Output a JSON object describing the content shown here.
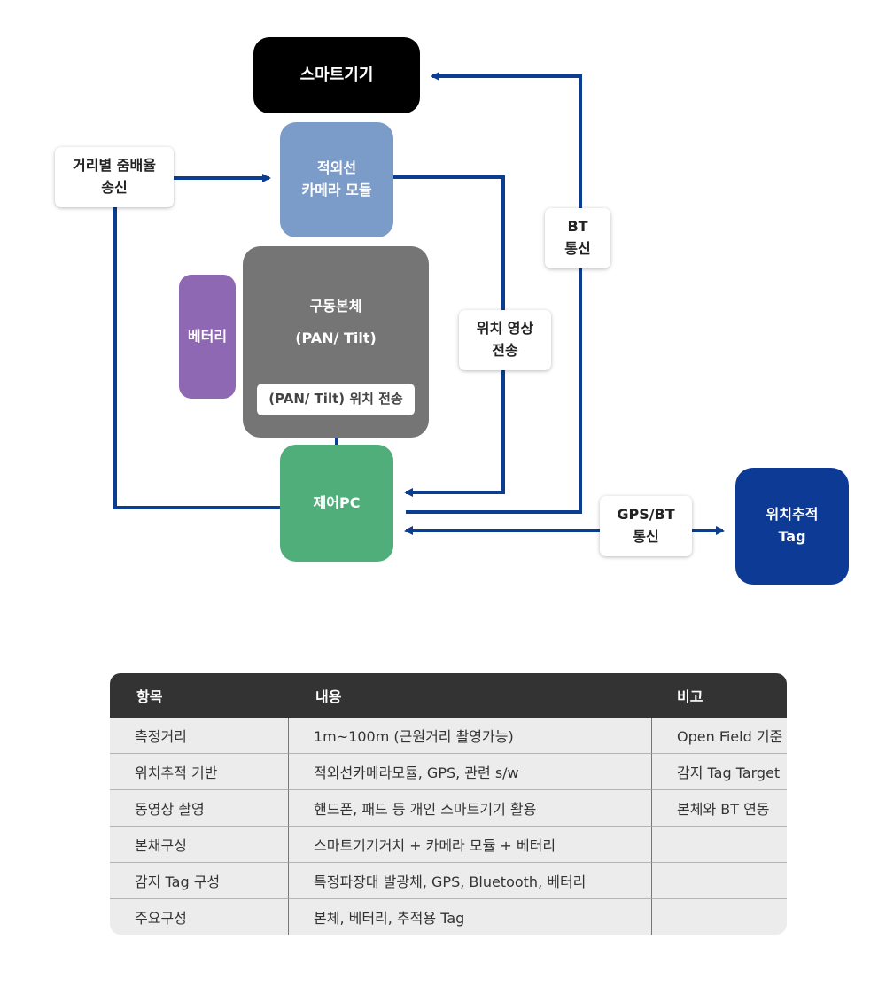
{
  "diagram": {
    "smart_device": "스마트기기",
    "ir_camera": {
      "line1": "적외선",
      "line2": "카메라 모듈"
    },
    "zoom_send": {
      "line1": "거리별 줌배율",
      "line2": "송신"
    },
    "drive_body": {
      "line1": "구동본체",
      "line2": "(PAN/ Tilt)"
    },
    "pan_tilt_send": "(PAN/ Tilt) 위치 전송",
    "battery": "베터리",
    "bt_comm": {
      "line1": "BT",
      "line2": "통신"
    },
    "pos_video": {
      "line1": "위치 영상",
      "line2": "전송"
    },
    "control_pc": "제어PC",
    "gps_bt": {
      "line1": "GPS/BT",
      "line2": "통신"
    },
    "tracking_tag": {
      "line1": "위치추적",
      "line2": "Tag"
    },
    "colors": {
      "arrow": "#0b3d91",
      "smart_device": "#000000",
      "ir_camera": "#7b9bc9",
      "drive_body": "#757575",
      "battery": "#8e68b3",
      "control_pc": "#4fae79",
      "tracking_tag": "#0d3a94"
    }
  },
  "table": {
    "headers": [
      "항목",
      "내용",
      "비고"
    ],
    "rows": [
      [
        "측정거리",
        "1m~100m (근원거리 촬영가능)",
        "Open Field 기준"
      ],
      [
        "위치추적 기반",
        "적외선카메라모듈, GPS, 관련 s/w",
        "감지 Tag Target"
      ],
      [
        "동영상 촬영",
        "핸드폰, 패드 등 개인 스마트기기 활용",
        "본체와 BT 연동"
      ],
      [
        "본채구성",
        "스마트기기거치 + 카메라 모듈 + 베터리",
        ""
      ],
      [
        "감지 Tag 구성",
        "특정파장대 발광체, GPS, Bluetooth, 베터리",
        ""
      ],
      [
        "주요구성",
        "본체, 베터리, 추적용 Tag",
        ""
      ]
    ]
  }
}
